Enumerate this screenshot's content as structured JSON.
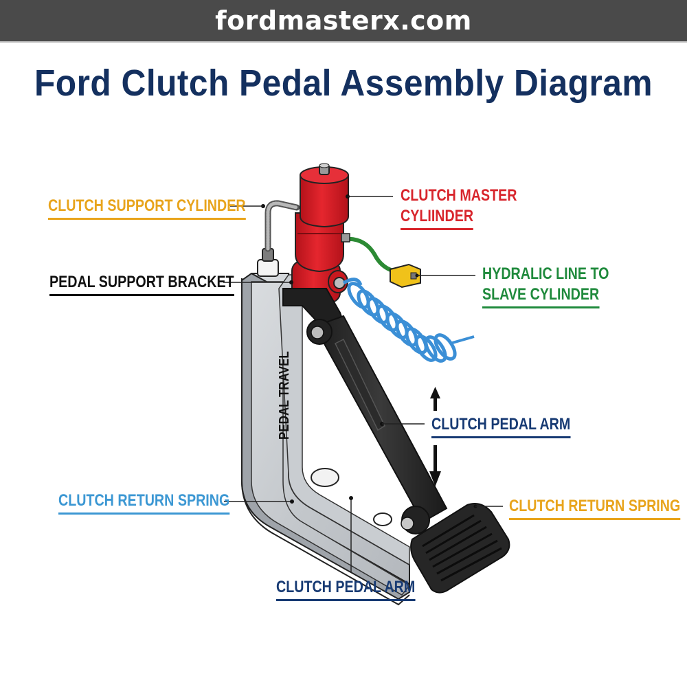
{
  "header": {
    "site_name": "fordmasterx.com",
    "bar_color": "#4a4a4a"
  },
  "title": "Ford Clutch Pedal Assembly Diagram",
  "diagram": {
    "illustration_text": {
      "bracket_vertical_label": "PEDAL TRAVEL"
    },
    "labels": {
      "clutch_support_cylinder": {
        "text": "CLUTCH SUPPORT CYLINDER",
        "color": "#e8a41c"
      },
      "pedal_support_bracket": {
        "text": "PEDAL SUPPORT BRACKET",
        "color": "#111111"
      },
      "clutch_master_cylinder": {
        "line1": "CLUTCH MASTER",
        "line2": "CYLIINDER",
        "color": "#d8252c"
      },
      "hydraulic_line": {
        "line1": "HYDRALIC LINE TO",
        "line2": "SLAVE CYLINDER",
        "color": "#1f8a3c"
      },
      "clutch_pedal_arm_right": {
        "text": "CLUTCH PEDAL ARM",
        "color": "#173a73"
      },
      "clutch_return_spring_right": {
        "text": "CLUTCH RETURN SPRING",
        "color": "#e8a41c"
      },
      "clutch_return_spring_left": {
        "text": "CLUTCH RETURN SPRING",
        "color": "#3b97d3"
      },
      "clutch_pedal_arm_bottom": {
        "text": "CLUTCH PEDAL ARM",
        "color": "#173a73"
      }
    },
    "travel_arrows": [
      "up-arrow",
      "down-arrow"
    ]
  }
}
